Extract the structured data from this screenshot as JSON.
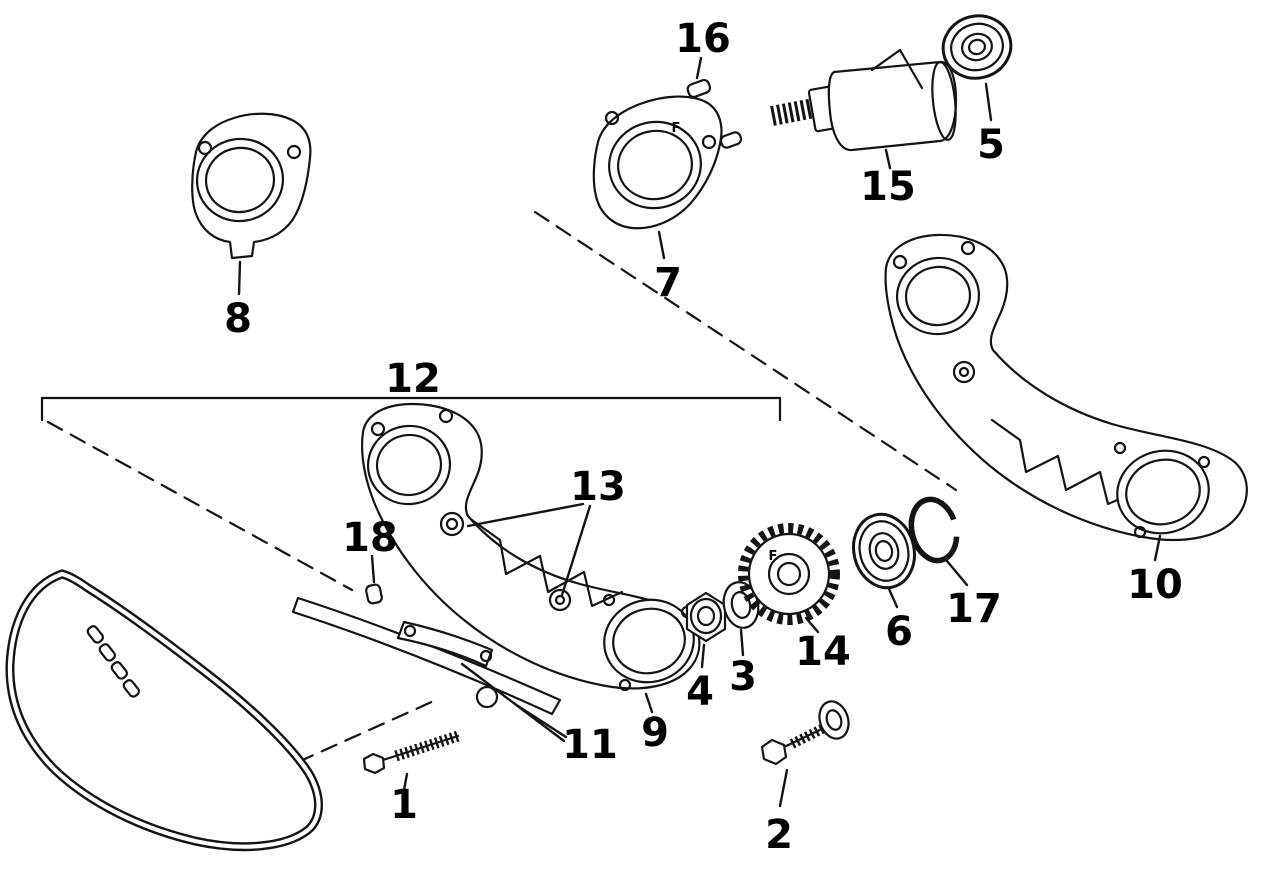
{
  "diagram": {
    "kind": "exploded-parts-line-drawing",
    "colors": {
      "background": "#ffffff",
      "line": "#141414",
      "label_text": "#000000"
    },
    "labels": {
      "1": "1",
      "2": "2",
      "3": "3",
      "4": "4",
      "5": "5",
      "6": "6",
      "7": "7",
      "8": "8",
      "9": "9",
      "10": "10",
      "11": "11",
      "12": "12",
      "13": "13",
      "14": "14",
      "15": "15",
      "16": "16",
      "17": "17",
      "18": "18"
    },
    "stamps": {
      "f": "F"
    }
  }
}
